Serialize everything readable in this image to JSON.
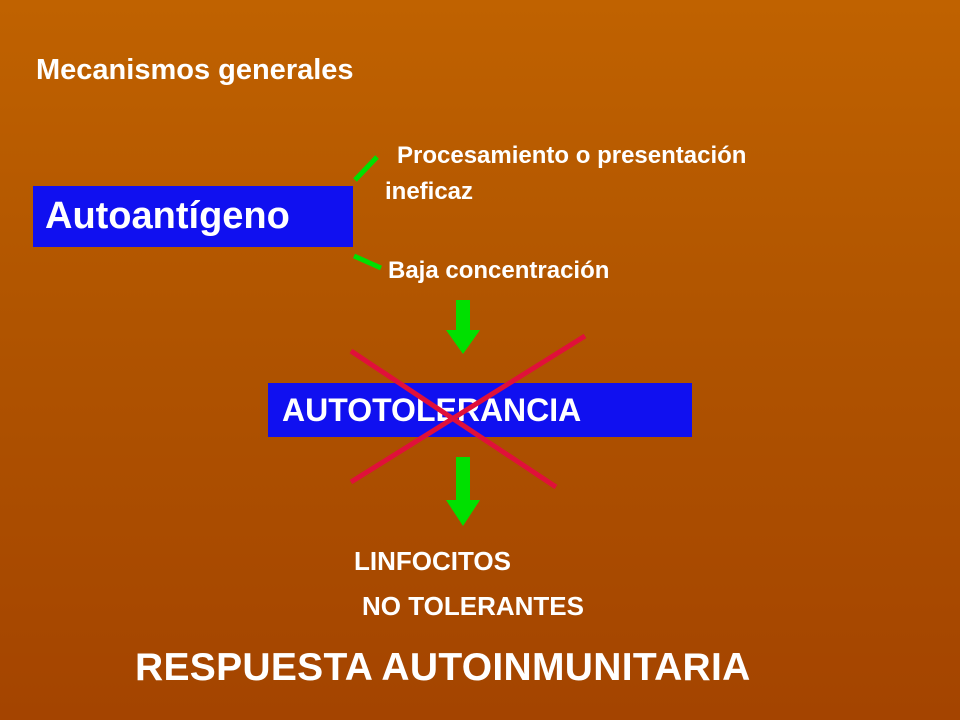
{
  "title": "Mecanismos generales",
  "antigen": {
    "label": "Autoantígeno"
  },
  "mechanisms": [
    {
      "line1": "Procesamiento o presentación",
      "line2": "ineficaz"
    },
    {
      "line1": "Baja concentración"
    }
  ],
  "tolerance": {
    "label": "AUTOTOLERANCIA"
  },
  "lymphocytes": {
    "line1": "LINFOCITOS",
    "line2": "NO TOLERANTES"
  },
  "result": "RESPUESTA AUTOINMUNITARIA",
  "colors": {
    "background": "#b05400",
    "box": "#1010f0",
    "arrow": "#00e000",
    "connector": "#00e000",
    "cross": "#e0103a",
    "text": "#ffffff"
  }
}
